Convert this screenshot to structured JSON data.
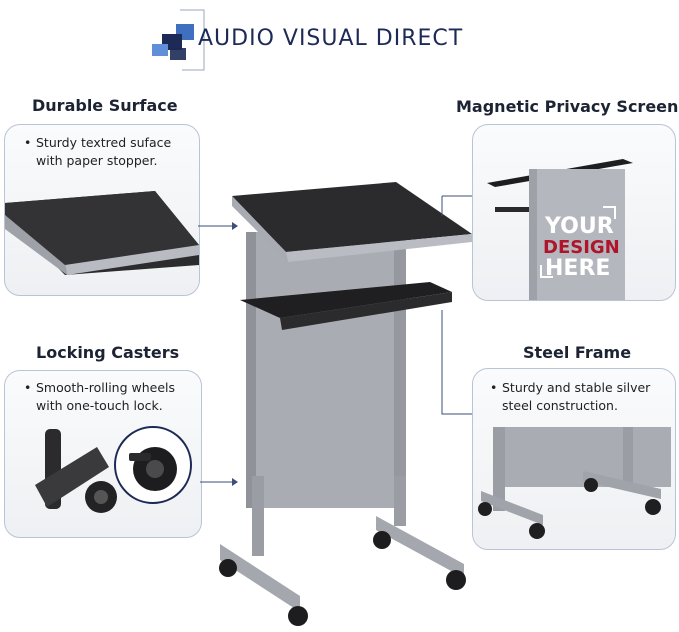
{
  "brand": {
    "name": "AUDIO VISUAL DIRECT",
    "logo": "overlapping-squares-logo",
    "colors": {
      "dark": "#1c2a55",
      "accent": "#3f7fcf"
    }
  },
  "features": {
    "durable_surface": {
      "title": "Durable Surface",
      "bullet": "Sturdy textred suface with paper stopper."
    },
    "magnetic_privacy_screen": {
      "title": "Magnetic Privacy Screen",
      "panel_lines": [
        "YOUR",
        "DESIGN",
        "HERE"
      ]
    },
    "locking_casters": {
      "title": "Locking Casters",
      "bullet": "Smooth-rolling wheels with one-touch lock."
    },
    "steel_frame": {
      "title": "Steel Frame",
      "bullet": "Sturdy and stable silver steel construction."
    }
  },
  "icons": [
    "lectern-product-image",
    "caster-wheel-icon",
    "bullet-dot"
  ]
}
